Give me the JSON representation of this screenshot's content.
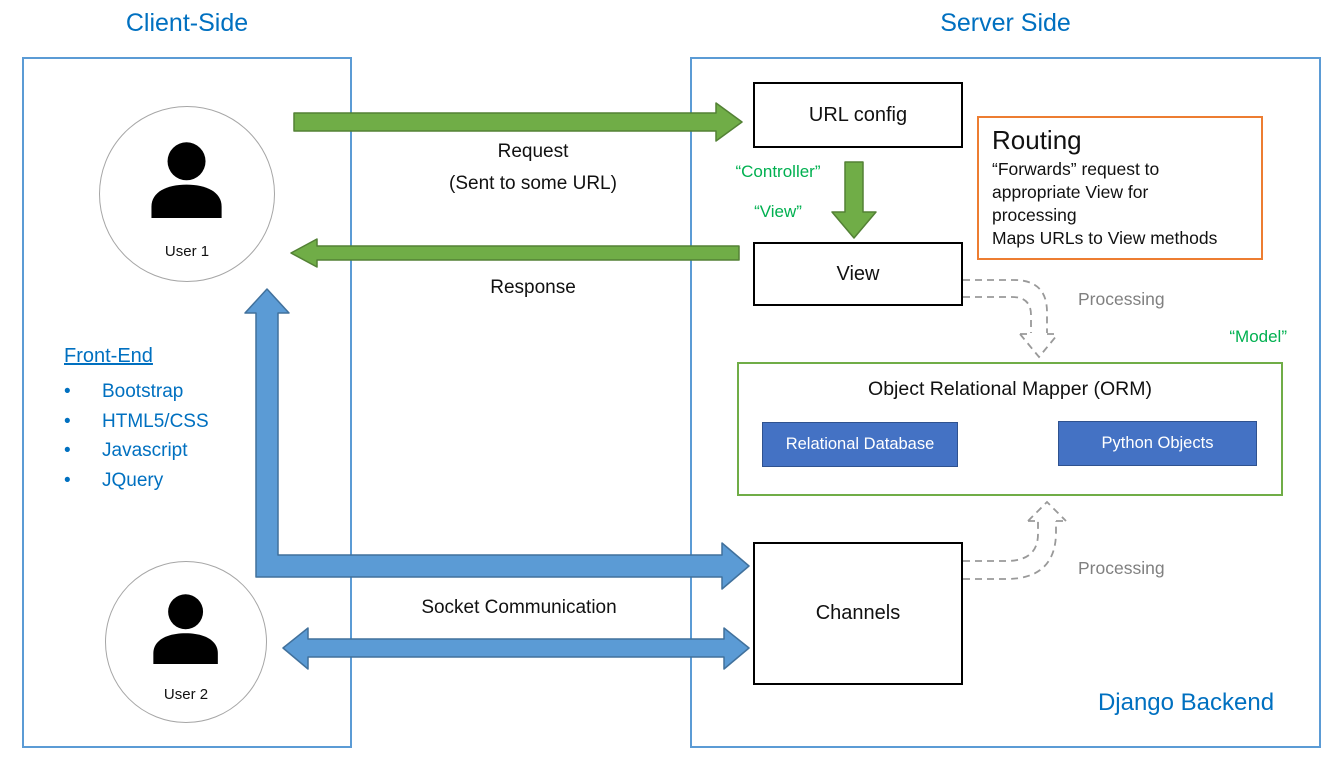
{
  "colors": {
    "titleBlue": "#0070C0",
    "greenText": "#00B050",
    "arrowGreen": "#70AD47",
    "arrowGreenEdge": "#538135",
    "arrowBlue": "#5B9BD5",
    "arrowBlueEdge": "#41719C",
    "boxBlue": "#4472C4",
    "boxBlueEdge": "#2F528F",
    "orangeBorder": "#ED7D31",
    "greenBorder": "#70AD47",
    "frameBlue": "#5B9BD5",
    "grayText": "#808080",
    "dashGray": "#999999",
    "circleGray": "#A6A6A6"
  },
  "titles": {
    "client": "Client-Side",
    "server": "Server Side",
    "backend": "Django Backend"
  },
  "client": {
    "users": [
      {
        "label": "User 1"
      },
      {
        "label": "User 2"
      }
    ],
    "frontend": {
      "heading": "Front-End",
      "items": [
        "Bootstrap",
        "HTML5/CSS",
        "Javascript",
        "JQuery"
      ]
    }
  },
  "flows": {
    "request": "Request",
    "request_note": "(Sent to some URL)",
    "response": "Response",
    "socket": "Socket Communication"
  },
  "mvc": {
    "controller": "“Controller”",
    "view": "“View”",
    "model": "“Model”"
  },
  "server": {
    "url_config": "URL config",
    "view": "View",
    "channels": "Channels",
    "routing": {
      "title": "Routing",
      "lines": [
        "“Forwards” request to",
        "appropriate View for",
        "processing",
        "Maps URLs to View methods"
      ]
    },
    "orm": {
      "title": "Object Relational Mapper (ORM)",
      "relational_db": "Relational Database",
      "python_objects": "Python Objects"
    },
    "processing_top": "Processing",
    "processing_bottom": "Processing"
  }
}
